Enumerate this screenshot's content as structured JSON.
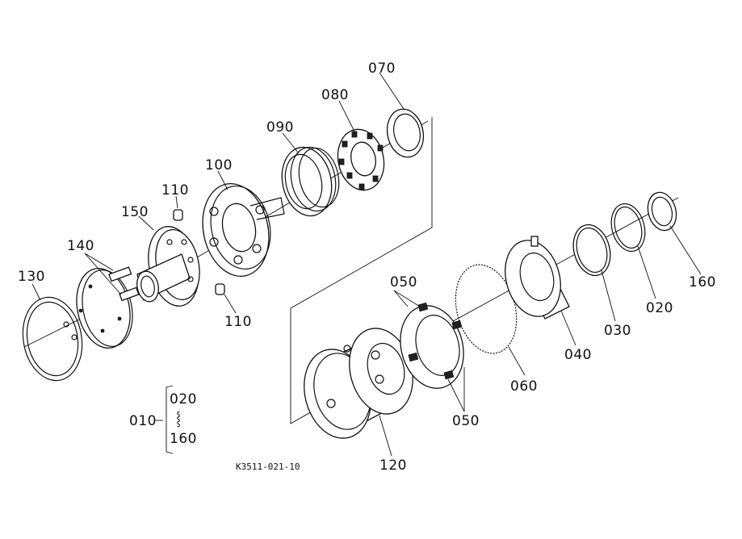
{
  "labels": {
    "p010": "010",
    "p020a": "020",
    "p020b": "020",
    "p030": "030",
    "p040": "040",
    "p050a": "050",
    "p050b": "050",
    "p060": "060",
    "p070": "070",
    "p080": "080",
    "p090": "090",
    "p100": "100",
    "p110a": "110",
    "p110b": "110",
    "p120": "120",
    "p130": "130",
    "p140": "140",
    "p150": "150",
    "p160a": "160",
    "p160b": "160",
    "range_sep": "⸾"
  },
  "drawing_code": "K3511-021-10"
}
